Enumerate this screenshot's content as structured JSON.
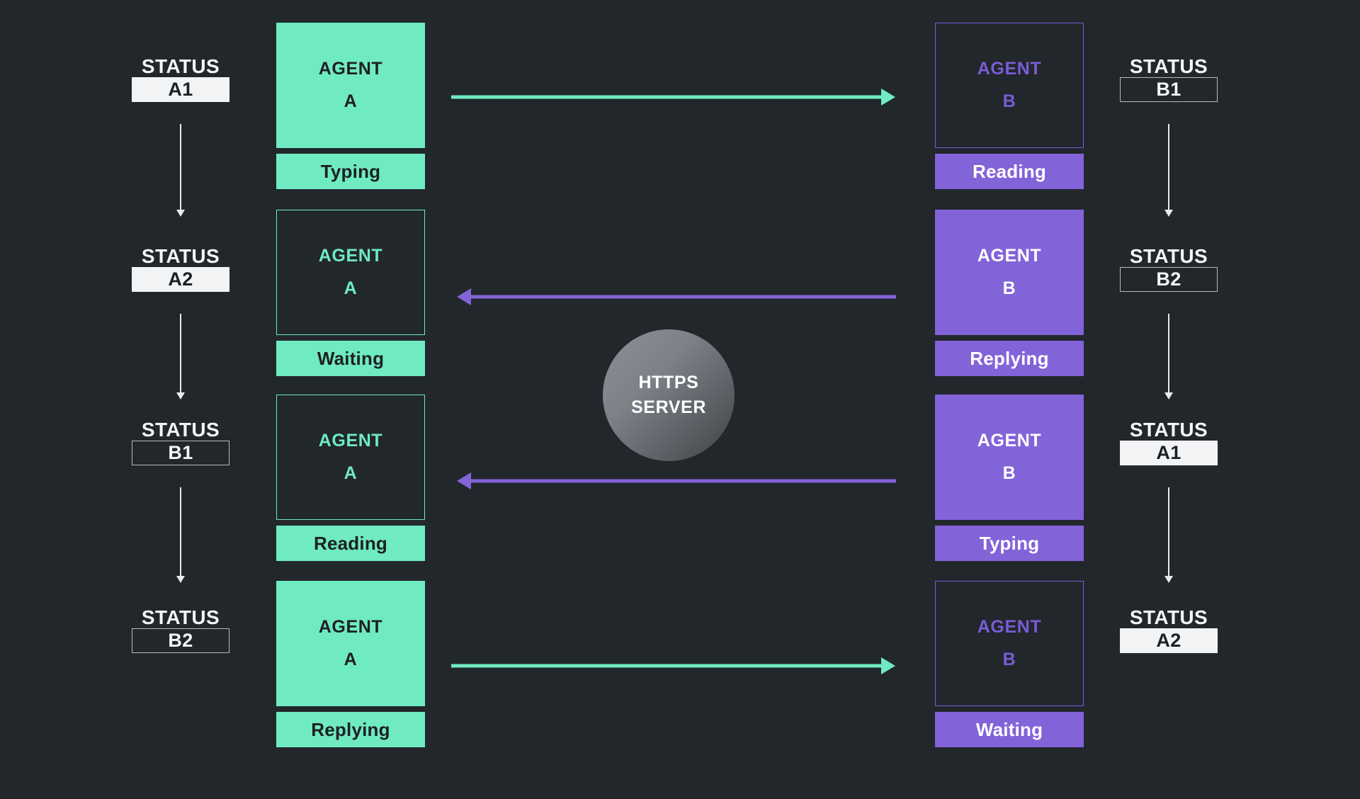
{
  "background_color": "#22272c",
  "palette": {
    "agent_a": "#6feac1",
    "agent_b": "#8363d8",
    "status_fill": "#f2f3f5",
    "status_text_dark": "#1d2023",
    "status_text_light": "#f4f5f7",
    "server_gradient_from": "#8d9197",
    "server_gradient_to": "#3d4045"
  },
  "server": {
    "line1": "HTTPS",
    "line2": "SERVER",
    "icon": "server-circle-icon"
  },
  "status_label_word": "STATUS",
  "left_status_column": {
    "items": [
      {
        "word": "STATUS",
        "code": "A1",
        "style": "filled"
      },
      {
        "word": "STATUS",
        "code": "A2",
        "style": "filled"
      },
      {
        "word": "STATUS",
        "code": "B1",
        "style": "outline"
      },
      {
        "word": "STATUS",
        "code": "B2",
        "style": "outline"
      }
    ]
  },
  "right_status_column": {
    "items": [
      {
        "word": "STATUS",
        "code": "B1",
        "style": "outline"
      },
      {
        "word": "STATUS",
        "code": "B2",
        "style": "outline"
      },
      {
        "word": "STATUS",
        "code": "A1",
        "style": "filled"
      },
      {
        "word": "STATUS",
        "code": "A2",
        "style": "filled"
      }
    ]
  },
  "agent_a_column": {
    "cards": [
      {
        "title_line1": "AGENT",
        "title_line2": "A",
        "state": "Typing",
        "style": "filled"
      },
      {
        "title_line1": "AGENT",
        "title_line2": "A",
        "state": "Waiting",
        "style": "outline"
      },
      {
        "title_line1": "AGENT",
        "title_line2": "A",
        "state": "Reading",
        "style": "outline"
      },
      {
        "title_line1": "AGENT",
        "title_line2": "A",
        "state": "Replying",
        "style": "filled"
      }
    ]
  },
  "agent_b_column": {
    "cards": [
      {
        "title_line1": "AGENT",
        "title_line2": "B",
        "state": "Reading",
        "style": "outline"
      },
      {
        "title_line1": "AGENT",
        "title_line2": "B",
        "state": "Replying",
        "style": "filled"
      },
      {
        "title_line1": "AGENT",
        "title_line2": "B",
        "state": "Typing",
        "style": "filled"
      },
      {
        "title_line1": "AGENT",
        "title_line2": "B",
        "state": "Waiting",
        "style": "outline"
      }
    ]
  },
  "flow_arrows": [
    {
      "direction": "right",
      "color": "#6feac1",
      "from": "AGENT A",
      "to": "AGENT B"
    },
    {
      "direction": "left",
      "color": "#8363d8",
      "from": "AGENT B",
      "to": "AGENT A"
    },
    {
      "direction": "left",
      "color": "#8363d8",
      "from": "AGENT B",
      "to": "AGENT A"
    },
    {
      "direction": "right",
      "color": "#6feac1",
      "from": "AGENT A",
      "to": "AGENT B"
    }
  ]
}
